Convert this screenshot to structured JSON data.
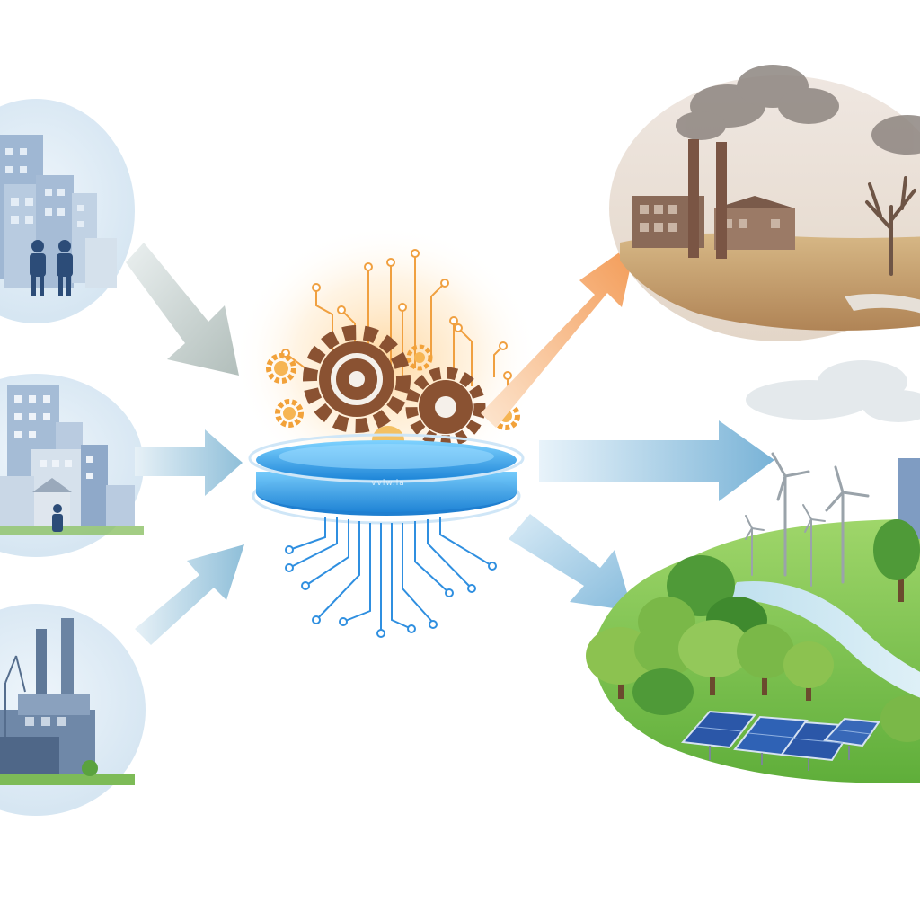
{
  "diagram": {
    "hub": {
      "label": "vvlw.la"
    },
    "inputs": [
      {
        "id": "urban-workforce"
      },
      {
        "id": "residential-district"
      },
      {
        "id": "heavy-industry"
      }
    ],
    "outputs": [
      {
        "id": "polluted-outcome"
      },
      {
        "id": "sustainable-outcome"
      }
    ],
    "colors": {
      "hub_blue": "#2f8fe0",
      "gear_brown": "#8a5232",
      "circuit_orange": "#f0a040",
      "input_arrow": "#9cc6dc",
      "pollution_arrow": "#f3a66a",
      "outcome_arrow": "#7fb6d8",
      "grass_green": "#7cc24a",
      "smog_gray": "#8d8580"
    }
  }
}
